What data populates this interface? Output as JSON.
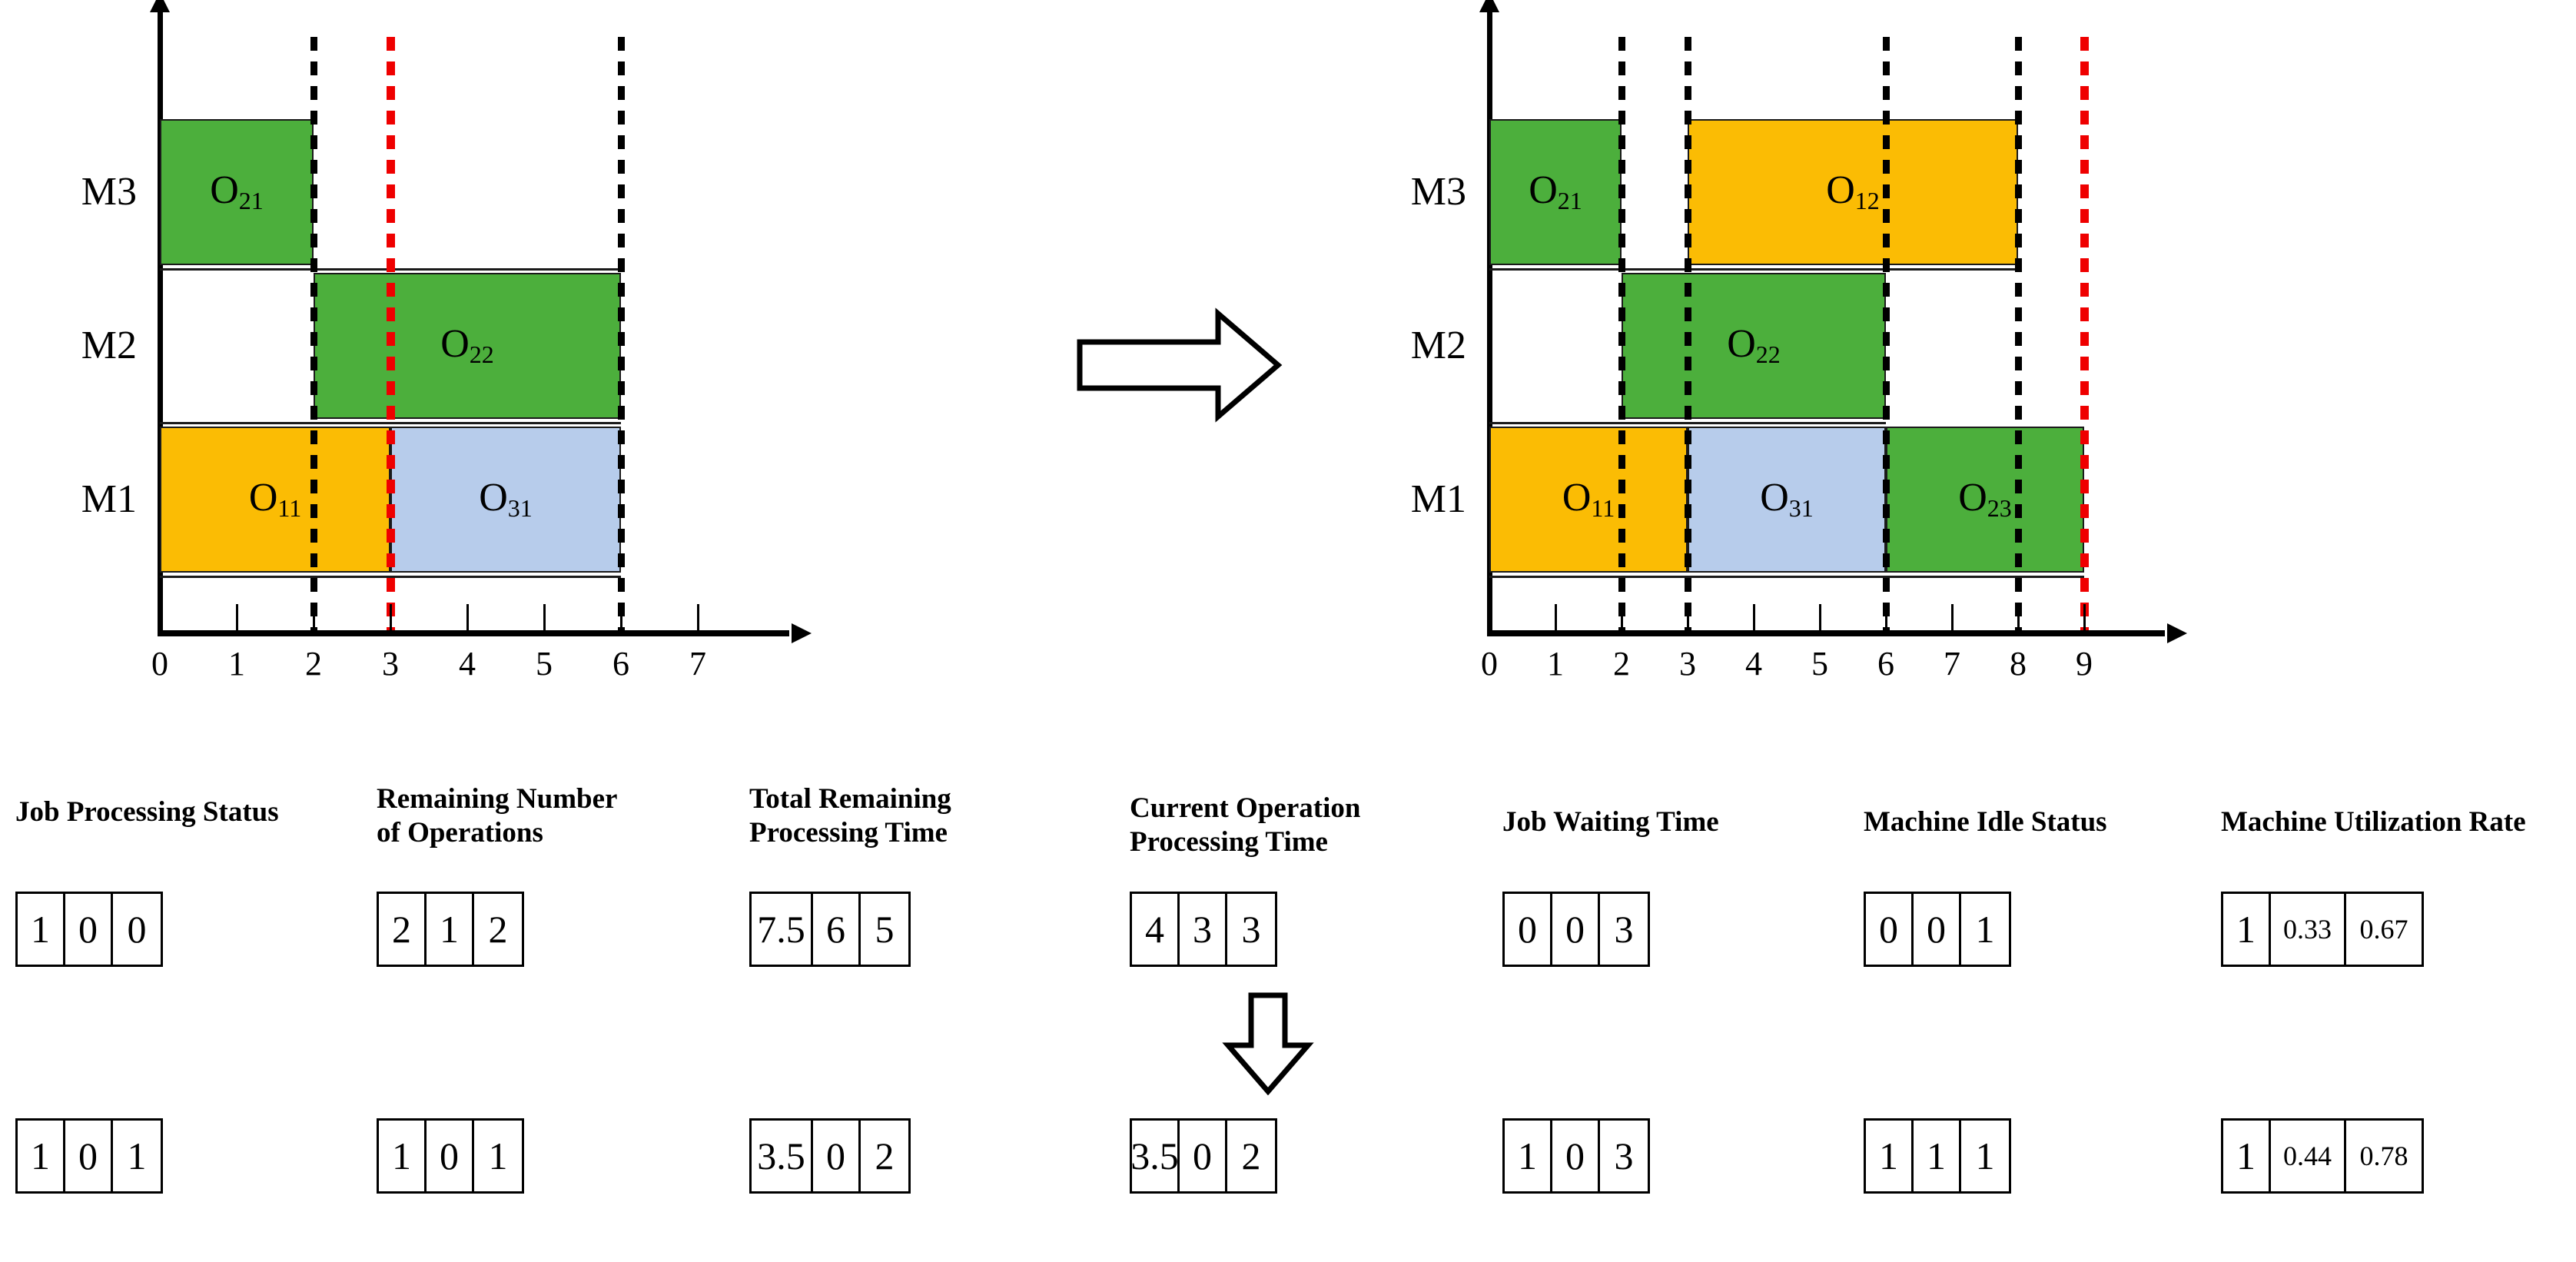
{
  "colors": {
    "green": "#4CAF3C",
    "orange": "#FBBC04",
    "blue": "#B7CCEB",
    "black": "#000000",
    "red": "#EF0000"
  },
  "gantt_left": {
    "name": "before-schedule-gantt",
    "machine_labels": [
      "M3",
      "M2",
      "M1"
    ],
    "x_ticks": [
      "0",
      "1",
      "2",
      "3",
      "4",
      "5",
      "6",
      "7"
    ],
    "x_max": 7,
    "current_time": 3,
    "operations": [
      {
        "label": "O",
        "sub": "21",
        "machine": "M3",
        "start": 0,
        "end": 2,
        "color": "#4CAF3C"
      },
      {
        "label": "O",
        "sub": "22",
        "machine": "M2",
        "start": 2,
        "end": 6,
        "color": "#4CAF3C"
      },
      {
        "label": "O",
        "sub": "11",
        "machine": "M1",
        "start": 0,
        "end": 3,
        "color": "#FBBC04"
      },
      {
        "label": "O",
        "sub": "31",
        "machine": "M1",
        "start": 3,
        "end": 6,
        "color": "#B7CCEB"
      }
    ],
    "black_dashed_times": [
      2,
      6
    ],
    "red_dashed_times": [
      3
    ]
  },
  "gantt_right": {
    "name": "after-schedule-gantt",
    "machine_labels": [
      "M3",
      "M2",
      "M1"
    ],
    "x_ticks": [
      "0",
      "1",
      "2",
      "3",
      "4",
      "5",
      "6",
      "7",
      "8",
      "9"
    ],
    "x_max": 9,
    "current_time": 9,
    "operations": [
      {
        "label": "O",
        "sub": "21",
        "machine": "M3",
        "start": 0,
        "end": 2,
        "color": "#4CAF3C"
      },
      {
        "label": "O",
        "sub": "12",
        "machine": "M3",
        "start": 3,
        "end": 8,
        "color": "#FBBC04"
      },
      {
        "label": "O",
        "sub": "22",
        "machine": "M2",
        "start": 2,
        "end": 6,
        "color": "#4CAF3C"
      },
      {
        "label": "O",
        "sub": "11",
        "machine": "M1",
        "start": 0,
        "end": 3,
        "color": "#FBBC04"
      },
      {
        "label": "O",
        "sub": "31",
        "machine": "M1",
        "start": 3,
        "end": 6,
        "color": "#B7CCEB"
      },
      {
        "label": "O",
        "sub": "23",
        "machine": "M1",
        "start": 6,
        "end": 9,
        "color": "#4CAF3C"
      }
    ],
    "black_dashed_times": [
      2,
      3,
      6,
      8
    ],
    "red_dashed_times": [
      9
    ]
  },
  "transition_arrow": {
    "name": "transition-arrow-right",
    "direction": "right"
  },
  "state_arrow": {
    "name": "state-transition-arrow-down",
    "direction": "down"
  },
  "features": [
    {
      "name": "job-processing-status",
      "title": "Job Processing Status",
      "before": [
        "1",
        "0",
        "0"
      ],
      "after": [
        "1",
        "0",
        "1"
      ],
      "size": "big"
    },
    {
      "name": "remaining-number-of-operations",
      "title": "Remaining Number\nof Operations",
      "before": [
        "2",
        "1",
        "2"
      ],
      "after": [
        "1",
        "0",
        "1"
      ],
      "size": "big"
    },
    {
      "name": "total-remaining-processing-time",
      "title": "Total Remaining\nProcessing Time",
      "before": [
        "7.5",
        "6",
        "5"
      ],
      "after": [
        "3.5",
        "0",
        "2"
      ],
      "size": "big"
    },
    {
      "name": "current-operation-processing-time",
      "title": "Current Operation\nProcessing Time",
      "before": [
        "4",
        "3",
        "3"
      ],
      "after": [
        "3.5",
        "0",
        "2"
      ],
      "size": "big"
    },
    {
      "name": "job-waiting-time",
      "title": "Job Waiting Time",
      "before": [
        "0",
        "0",
        "3"
      ],
      "after": [
        "1",
        "0",
        "3"
      ],
      "size": "big"
    },
    {
      "name": "machine-idle-status",
      "title": "Machine Idle Status",
      "before": [
        "0",
        "0",
        "1"
      ],
      "after": [
        "1",
        "1",
        "1"
      ],
      "size": "big"
    },
    {
      "name": "machine-utilization-rate",
      "title": "Machine Utilization Rate",
      "before": [
        "1",
        "0.33",
        "0.67"
      ],
      "after": [
        "1",
        "0.44",
        "0.78"
      ],
      "size": "mixed"
    }
  ]
}
